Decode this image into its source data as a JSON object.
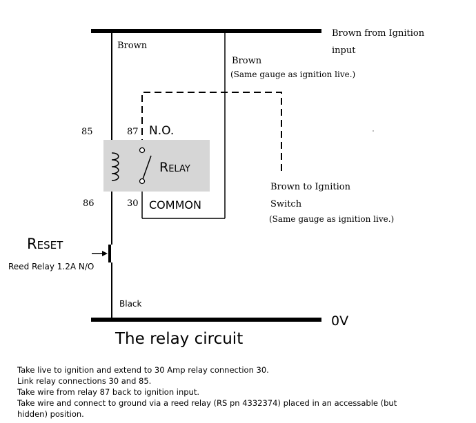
{
  "diagram": {
    "labels": {
      "brown_top": "Brown",
      "brown_ignition_line1": "Brown from Ignition",
      "brown_ignition_line2": "input",
      "brown_right": "Brown",
      "same_gauge_1": "(Same gauge as ignition live.)",
      "pin_85": "85",
      "pin_87": "87",
      "no": "N.O.",
      "relay": "Relay",
      "pin_86": "86",
      "pin_30": "30",
      "common": "COMMON",
      "brown_switch_line1": "Brown to Ignition",
      "brown_switch_line2": "Switch",
      "same_gauge_2": "(Same gauge as ignition live.)",
      "reset": "Reset",
      "reed_relay": "Reed Relay 1.2A N/O",
      "black": "Black",
      "zero_v": "0V",
      "title": "The relay circuit"
    },
    "notes": [
      "Take live to ignition and extend to 30 Amp relay connection 30.",
      "Link relay connections 30 and 85.",
      "Take wire from relay 87 back to ignition input.",
      "Take wire and connect to ground via a reed relay (RS pn 4332374) placed in an accessable (but",
      "hidden) position."
    ]
  }
}
